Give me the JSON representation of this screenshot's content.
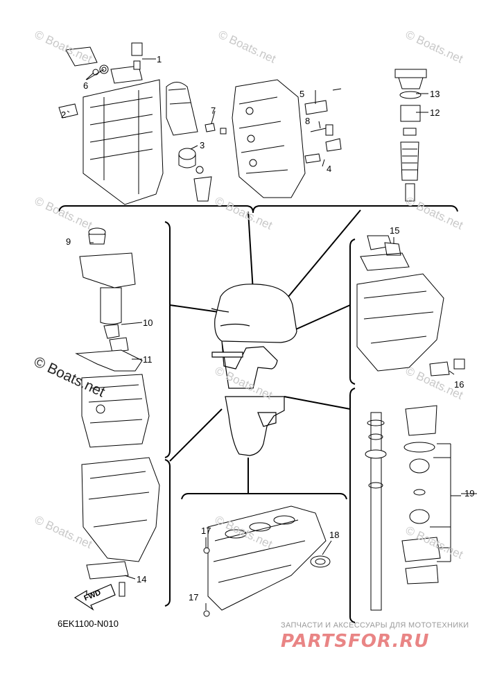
{
  "diagram_code": "6EK1100-N010",
  "watermark_text": "© Boats.net",
  "brand": {
    "tagline": "ЗАПЧАСТИ И АКСЕССУАРЫ ДЛЯ МОТОТЕХНИКИ",
    "name": "PARTSFOR.RU",
    "color": "#e98585"
  },
  "fwd_label": "FWD",
  "callouts": [
    "1",
    "2",
    "3",
    "4",
    "5",
    "6",
    "7",
    "8",
    "9",
    "10",
    "11",
    "12",
    "13",
    "14",
    "15",
    "16",
    "17",
    "17",
    "18",
    "19"
  ]
}
